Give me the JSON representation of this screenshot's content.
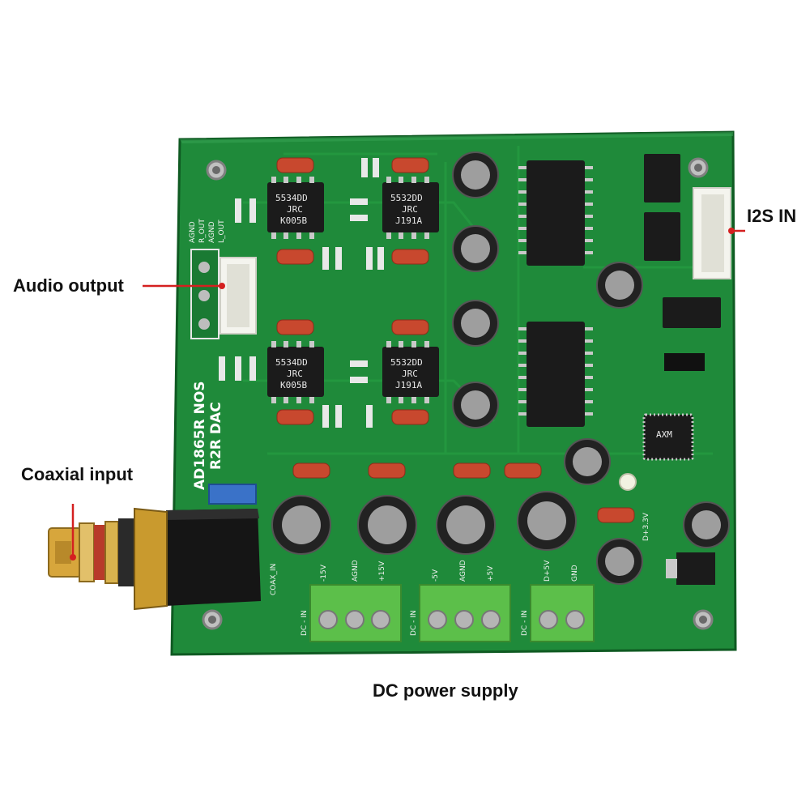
{
  "callouts": {
    "audio_output": "Audio output",
    "i2s_in": "I2S IN",
    "coaxial_input": "Coaxial input",
    "dc_power_supply": "DC power supply"
  },
  "board": {
    "model_line1": "AD1865R NOS",
    "model_line2": "R2R DAC",
    "coax_label": "COAX_IN",
    "output_pins": [
      "AGND",
      "R_OUT",
      "AGND",
      "L_OUT"
    ],
    "power_labels": {
      "block1": [
        "-15V",
        "AGND",
        "+15V"
      ],
      "block2": [
        "-5V",
        "AGND",
        "+5V"
      ],
      "block3": [
        "D+5V",
        "GND"
      ],
      "dc_in": "DC - IN",
      "v33": "D+3.3V"
    },
    "opamps": [
      {
        "part": "5534DD",
        "brand": "JRC",
        "code": "K005B"
      },
      {
        "part": "5532DD",
        "brand": "JRC",
        "code": "J191A"
      },
      {
        "part": "5534DD",
        "brand": "JRC",
        "code": "K005B"
      },
      {
        "part": "5532DD",
        "brand": "JRC",
        "code": "J191A"
      }
    ],
    "axm_chip": "AXM"
  },
  "colors": {
    "pcb": "#1f8a3a",
    "pcb_dark": "#166e2d",
    "callout_line": "#d42020",
    "terminal": "#5cbf4a",
    "capacitor": "#222222",
    "resistor": "#c8482e"
  }
}
